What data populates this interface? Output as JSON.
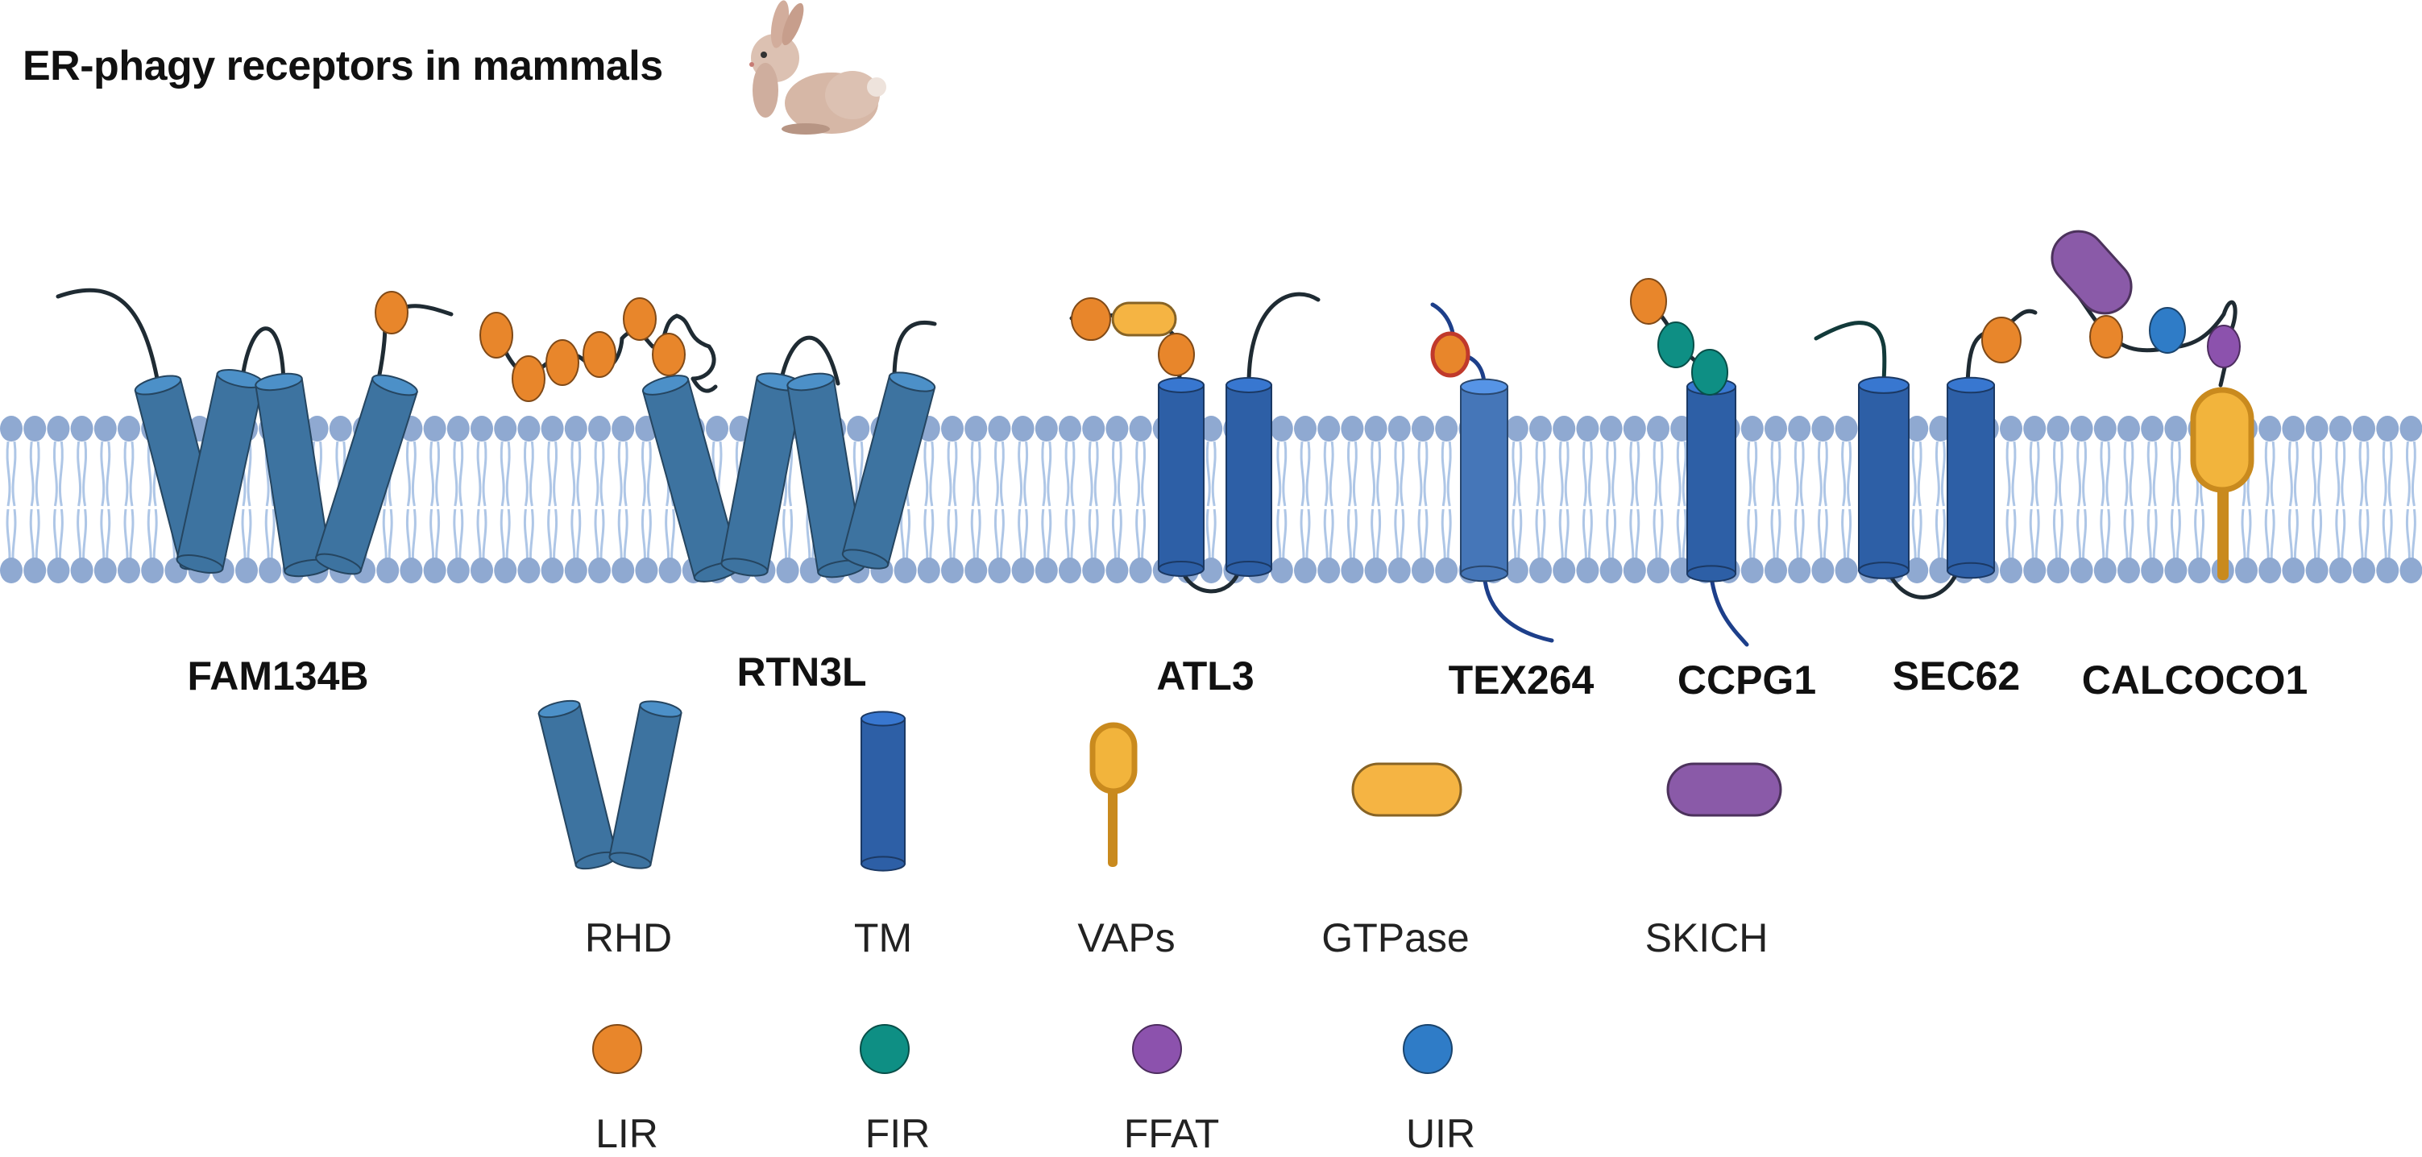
{
  "title": "ER-phagy receptors in mammals",
  "organism_icon": "rabbit-icon",
  "colors": {
    "rhd": "#3d73a0",
    "tm": "#2d5fa6",
    "tm_light": "#4576b8",
    "vaps": "#f2b43c",
    "vaps_stem": "#c98a1e",
    "gtpase": "#f5b443",
    "skich": "#8a5aa8",
    "lir": "#e8862b",
    "fir": "#0e8f84",
    "ffat": "#8c52ad",
    "uir": "#2f7cc7",
    "lipid_head": "#8fa9d1",
    "lipid_tail": "#aec6e6"
  },
  "proteins": [
    {
      "id": "fam134b",
      "label": "FAM134B"
    },
    {
      "id": "rtn3l",
      "label": "RTN3L"
    },
    {
      "id": "atl3",
      "label": "ATL3"
    },
    {
      "id": "tex264",
      "label": "TEX264"
    },
    {
      "id": "ccpg1",
      "label": "CCPG1"
    },
    {
      "id": "sec62",
      "label": "SEC62"
    },
    {
      "id": "calcoco1",
      "label": "CALCOCO1"
    }
  ],
  "legend": {
    "domains": [
      {
        "id": "rhd",
        "label": "RHD"
      },
      {
        "id": "tm",
        "label": "TM"
      },
      {
        "id": "vaps",
        "label": "VAPs"
      },
      {
        "id": "gtpase",
        "label": "GTPase"
      },
      {
        "id": "skich",
        "label": "SKICH"
      }
    ],
    "motifs": [
      {
        "id": "lir",
        "label": "LIR"
      },
      {
        "id": "fir",
        "label": "FIR"
      },
      {
        "id": "ffat",
        "label": "FFAT"
      },
      {
        "id": "uir",
        "label": "UIR"
      }
    ]
  }
}
